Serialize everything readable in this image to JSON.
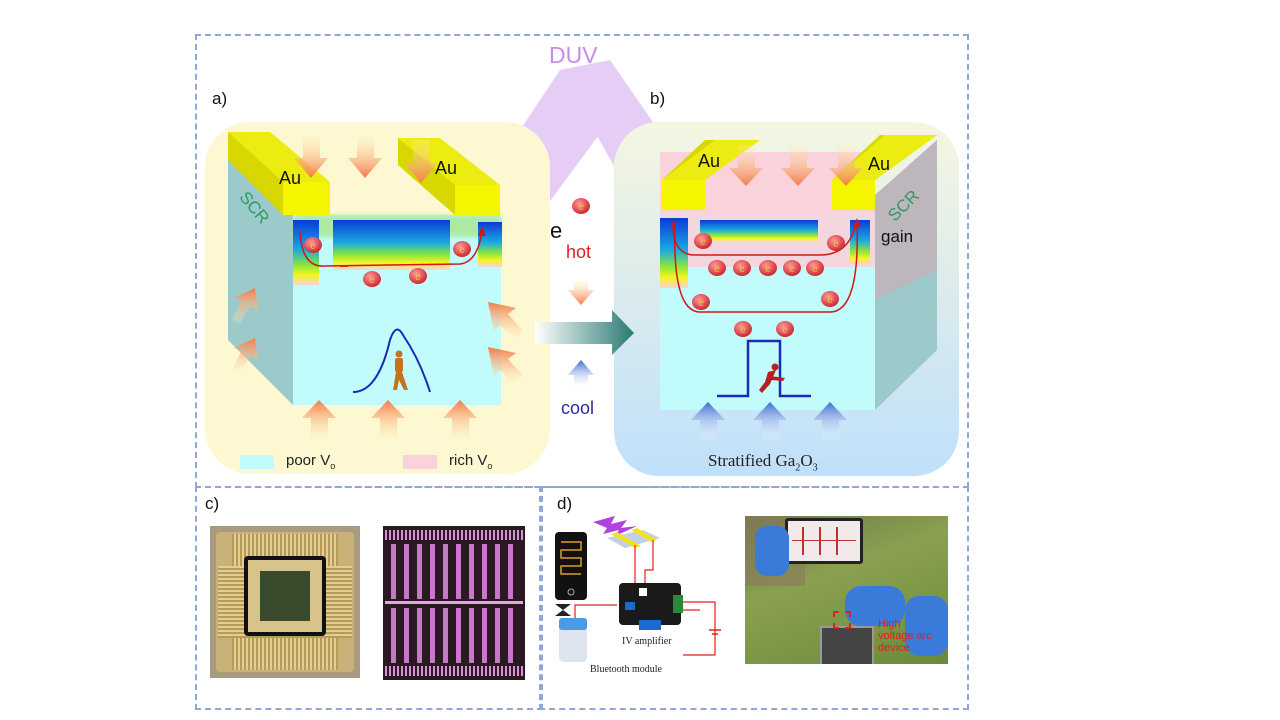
{
  "panels": {
    "a": {
      "label": "a)"
    },
    "b": {
      "label": "b)"
    },
    "c": {
      "label": "c)"
    },
    "d": {
      "label": "d)"
    }
  },
  "top": {
    "duv_label": "DUV",
    "e_label": "e",
    "hot_label": "hot",
    "cool_label": "cool"
  },
  "panel_a": {
    "electrode_left": "Au",
    "electrode_right": "Au",
    "scr_label": "SCR",
    "electron_symbol": "e",
    "legend": {
      "poor": "poor V",
      "poor_sub": "o",
      "rich": "rich V",
      "rich_sub": "o"
    }
  },
  "panel_b": {
    "electrode_left": "Au",
    "electrode_right": "Au",
    "scr_label": "SCR",
    "gain_label": "gain",
    "caption_main": "Stratified Ga",
    "caption_sub1": "2",
    "caption_mid": "O",
    "caption_sub2": "3"
  },
  "panel_d": {
    "iv_amplifier": "IV amplifier",
    "bluetooth_module": "Bluetooth module",
    "photo_annotation_line1": "High",
    "photo_annotation_line2": "voltage arc",
    "photo_annotation_line3": "device"
  },
  "colors": {
    "frame": "#8fa8d4",
    "duv": "#c58ee6",
    "au": "#f5f500",
    "scr": "#2e9a62",
    "hot": "#e02020",
    "cool": "#2a2aa8",
    "poor_vo": "#c2fbfb",
    "rich_vo": "#f9d2dc",
    "electron": "#d8303a"
  }
}
